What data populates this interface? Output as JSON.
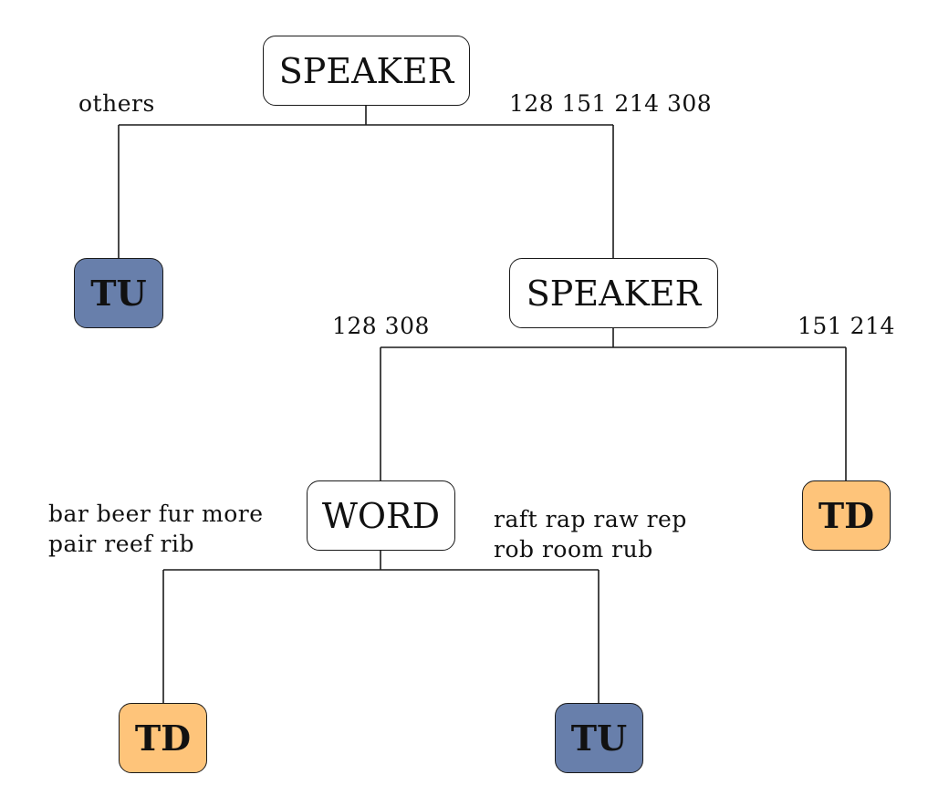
{
  "tree": {
    "root": {
      "label": "SPEAKER",
      "left_edge": "others",
      "right_edge": "128 151 214 308"
    },
    "leaf_left_top": {
      "label": "TU",
      "class": "TU"
    },
    "speaker2": {
      "label": "SPEAKER",
      "left_edge": "128 308",
      "right_edge": "151 214"
    },
    "leaf_right_mid": {
      "label": "TD",
      "class": "TD"
    },
    "word": {
      "label": "WORD",
      "left_edge": [
        "bar beer fur more",
        "pair reef rib"
      ],
      "right_edge": [
        "raft rap raw rep",
        "rob room rub"
      ]
    },
    "leaf_bottom_left": {
      "label": "TD",
      "class": "TD"
    },
    "leaf_bottom_right": {
      "label": "TU",
      "class": "TU"
    }
  },
  "colors": {
    "TU": "#687fab",
    "TD": "#fec47a",
    "split_fill": "#ffffff",
    "stroke": "#1a1a1a"
  }
}
